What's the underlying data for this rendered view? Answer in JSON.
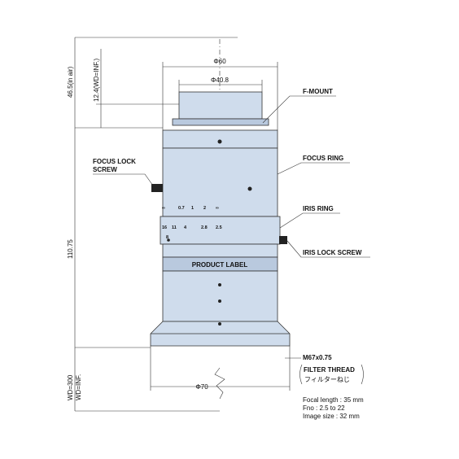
{
  "colors": {
    "lens_body": "#cfdcec",
    "lens_band": "#b9c9de",
    "outline": "#333333",
    "leader": "#222222"
  },
  "dimensions": {
    "top_diameter": "Φ60",
    "mount_diameter": "Φ40.8",
    "bottom_diameter": "Φ70",
    "height_air": "46.5(in air)",
    "height_wd": "12.4(WD=INF.)",
    "body_length": "110.75",
    "wd_300": "WD=300",
    "wd_inf": "WD=INF."
  },
  "callouts": {
    "f_mount": "F-MOUNT",
    "focus_ring": "FOCUS RING",
    "focus_lock_1": "FOCUS LOCK",
    "focus_lock_2": "SCREW",
    "iris_ring": "IRIS RING",
    "iris_lock": "IRIS LOCK SCREW",
    "product_label": "PRODUCT LABEL",
    "thread_size": "M67x0.75",
    "filter_thread": "FILTER THREAD",
    "filter_thread_jp": "フィルターねじ"
  },
  "focus_scale": [
    "∞",
    "0.7",
    "1",
    "2",
    "∞"
  ],
  "iris_scale": [
    "16",
    "11",
    "4",
    "2.8",
    "2.5"
  ],
  "iris_scale_extra": "8",
  "specs": [
    "Focal length : 35 mm",
    "Fno : 2.5 to 22",
    "Image size : 32 mm"
  ]
}
